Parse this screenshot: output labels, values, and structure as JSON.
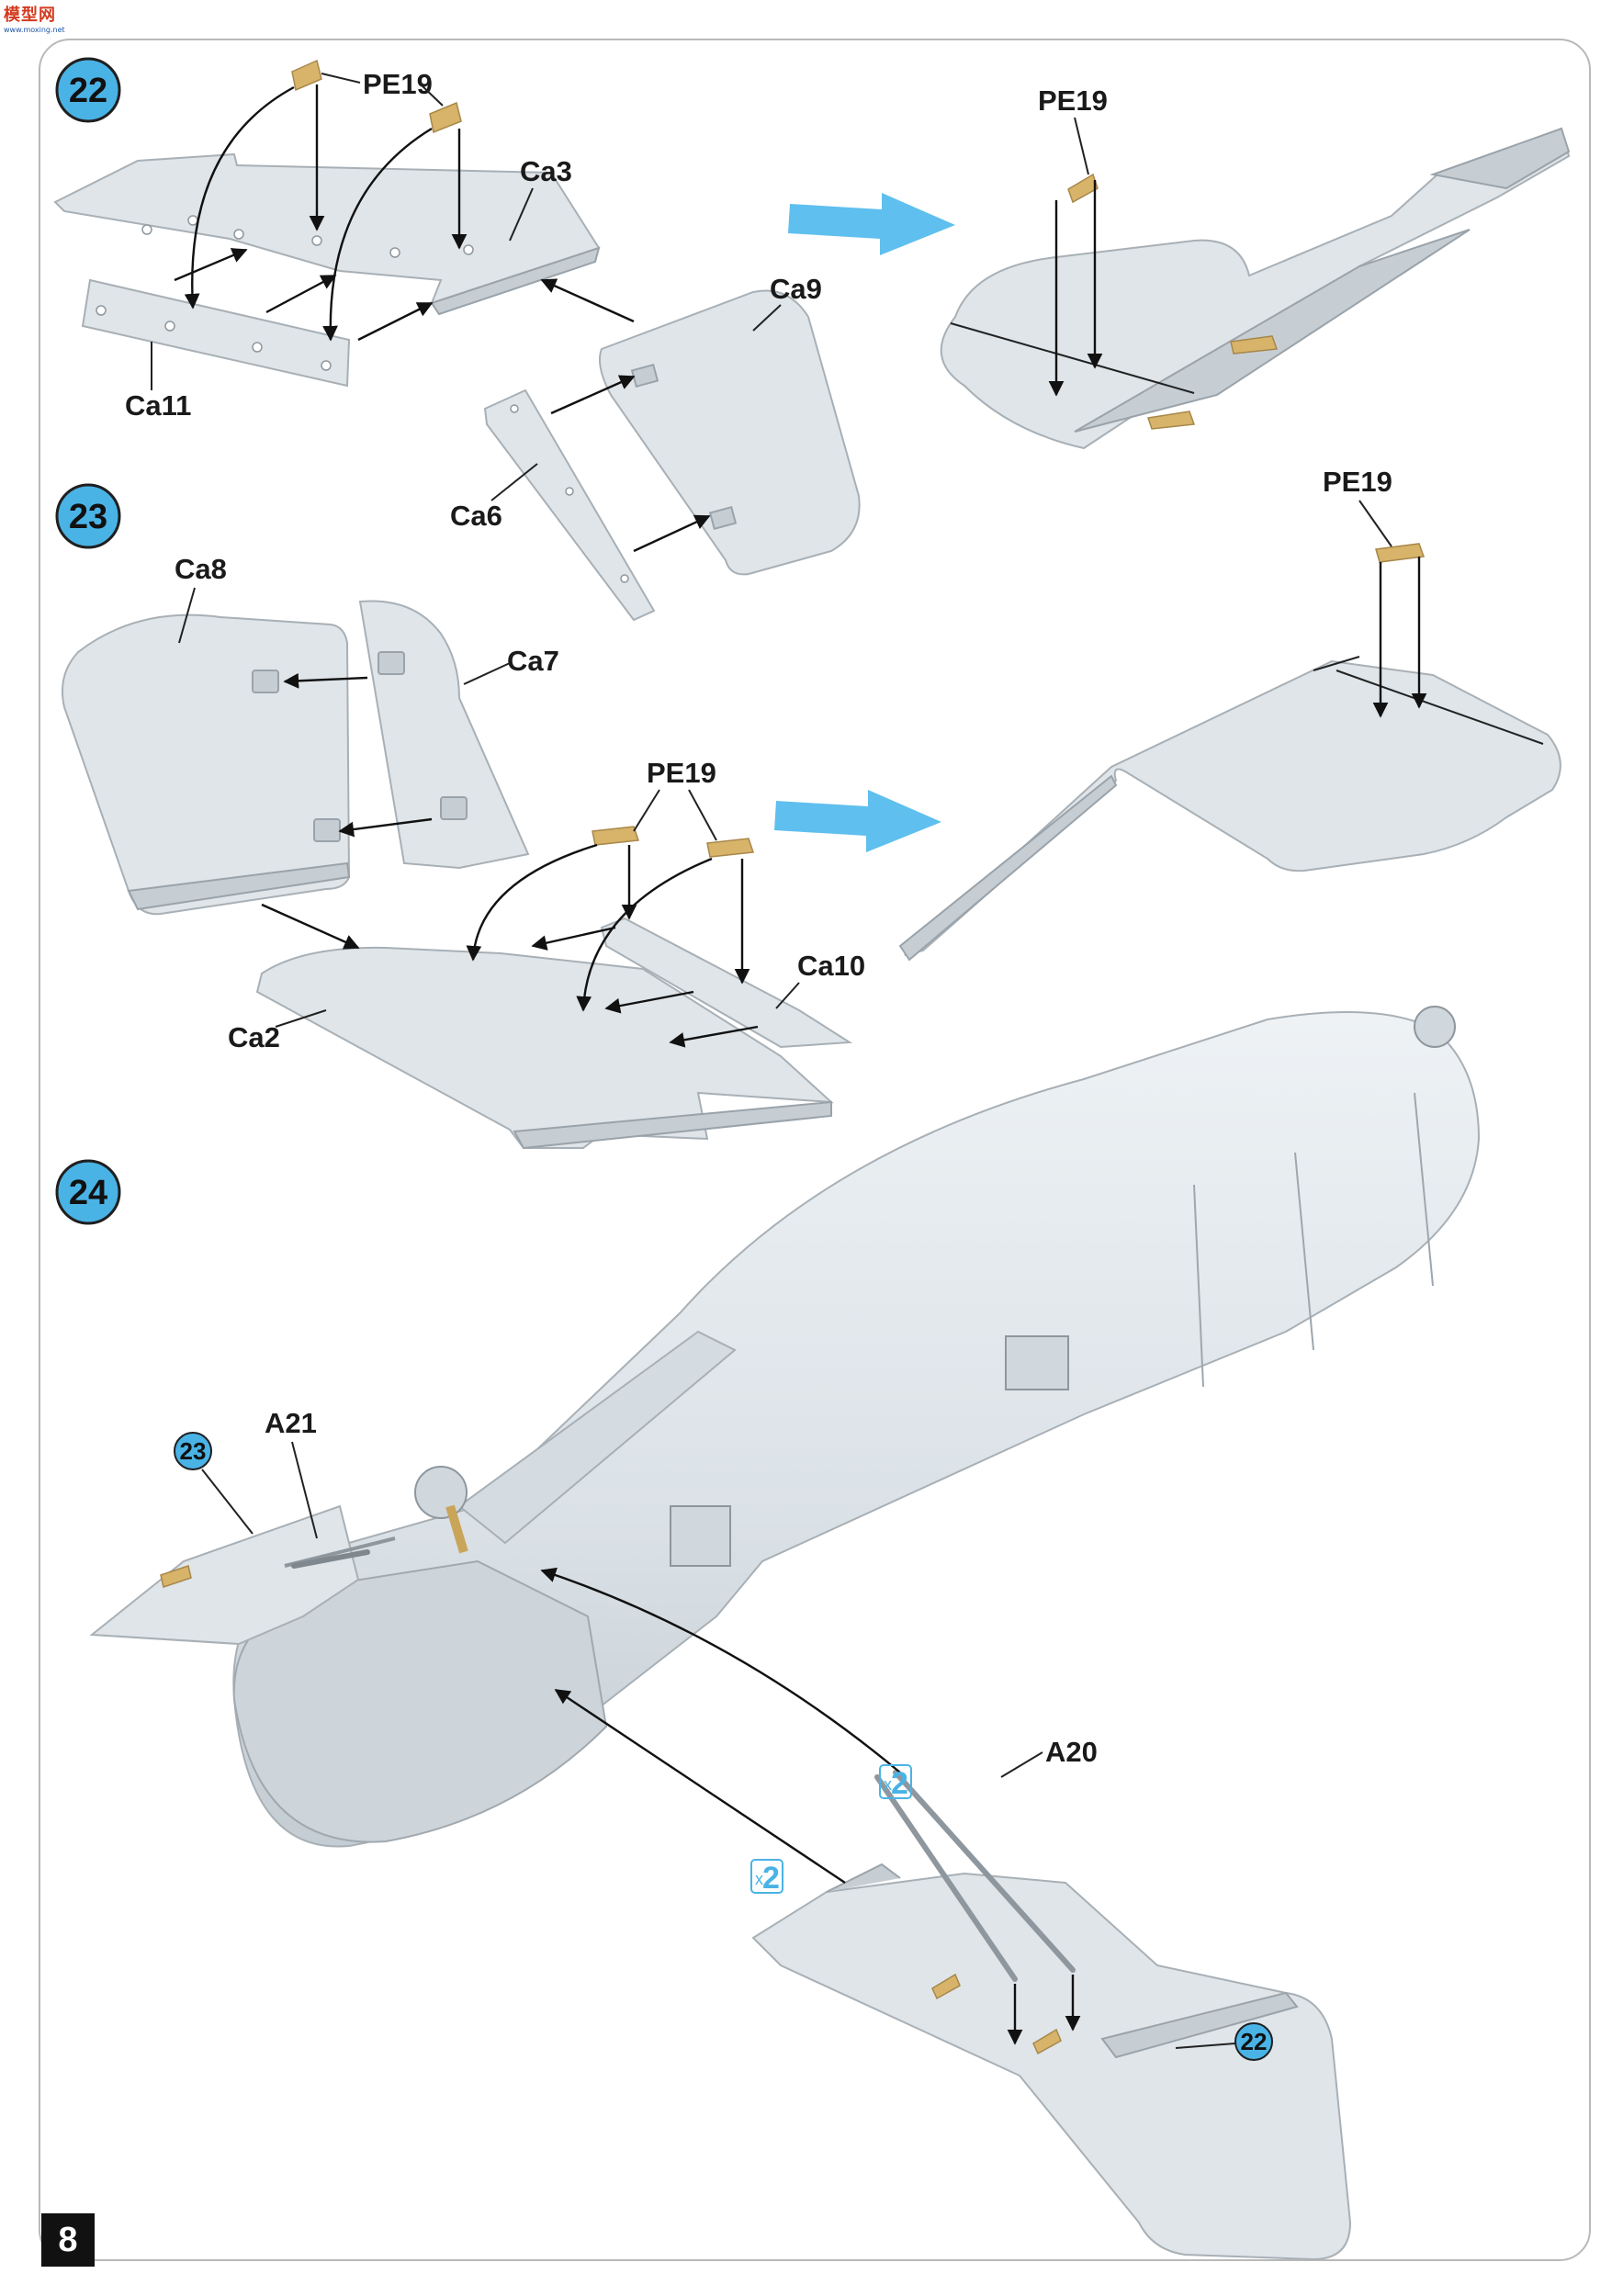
{
  "logo": {
    "text": "模型网",
    "subtext": "www.moxing.net"
  },
  "page_number": "8",
  "steps": [
    {
      "number": "22",
      "labels": {
        "pe": "PE19",
        "ca3": "Ca3",
        "ca9": "Ca9",
        "ca11": "Ca11",
        "ca6": "Ca6",
        "pe_result": "PE19"
      }
    },
    {
      "number": "23",
      "labels": {
        "ca8": "Ca8",
        "ca7": "Ca7",
        "pe": "PE19",
        "ca10": "Ca10",
        "ca2": "Ca2",
        "pe_result": "PE19"
      }
    },
    {
      "number": "24",
      "labels": {
        "a21": "A21",
        "a20": "A20"
      },
      "ref_23": "23",
      "ref_22": "22",
      "qty_a": "2",
      "qty_b": "2",
      "qty_prefix": "x"
    }
  ],
  "colors": {
    "step_circle": "#4ab3e6",
    "direction_arrow": "#5fbfee",
    "part": "#dfe5e9",
    "photo_etch": "#d7b46a"
  }
}
